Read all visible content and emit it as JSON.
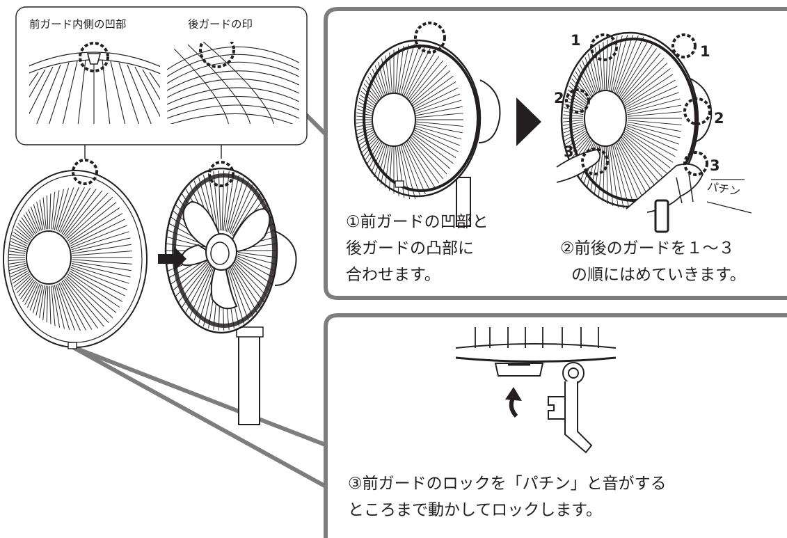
{
  "callout": {
    "left_label": "前ガード内側の凹部",
    "right_label": "後ガードの印"
  },
  "step1": {
    "lines": [
      "①前ガードの凹部と",
      "後ガードの凸部に",
      "合わせます。"
    ]
  },
  "step2": {
    "lines": [
      "②前後のガードを１～３",
      "の順にはめていきます。"
    ],
    "markers": [
      "1",
      "1",
      "2",
      "2",
      "3",
      "3"
    ],
    "sound": "パチン"
  },
  "step3": {
    "lines": [
      "③前ガードのロックを「パチン」と音がする",
      "ところまで動かしてロックします。"
    ]
  },
  "colors": {
    "line": "#231f20",
    "panel_border": "#7d7d7d",
    "background": "#ffffff"
  }
}
